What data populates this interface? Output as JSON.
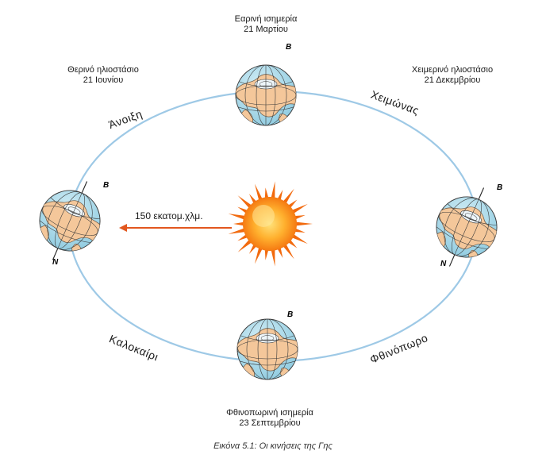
{
  "top_label": {
    "line1": "Εαρινή ισημερία",
    "line2": "21 Μαρτίου"
  },
  "bottom_label": {
    "line1": "Φθινοπωρινή ισημερία",
    "line2": "23 Σεπτεμβρίου"
  },
  "left_label": {
    "line1": "Θερινό ηλιοστάσιο",
    "line2": "21 Ιουνίου"
  },
  "right_label": {
    "line1": "Χειμερινό ηλιοστάσιο",
    "line2": "21 Δεκεμβρίου"
  },
  "seasons": {
    "spring": "Άνοιξη",
    "winter": "Χειμώνας",
    "summer": "Καλοκαίρι",
    "autumn": "Φθινόπωρο"
  },
  "distance_label": "150 εκατομ.χλμ.",
  "pole_north": "B",
  "pole_south": "N",
  "caption": {
    "prefix": "Εικόνα 5.1:",
    "text": " Οι κινήσεις της Γης"
  },
  "colors": {
    "ocean": "#a9dbe9",
    "land": "#f4c79a",
    "sun_core": "#ff9a1f",
    "sun_rays": "#f26a0e",
    "arrow": "#e2571e",
    "orbit": "#9ec9e6"
  }
}
